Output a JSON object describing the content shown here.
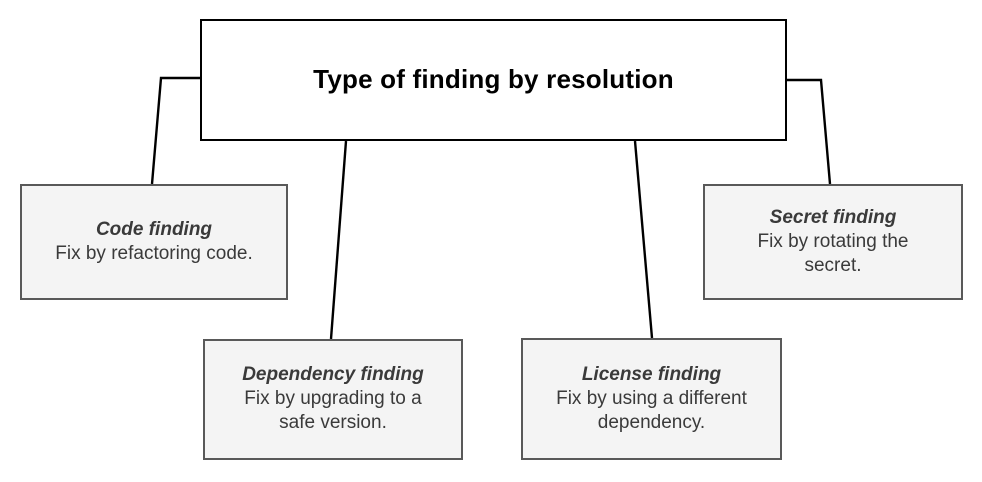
{
  "diagram": {
    "type": "tree",
    "root": {
      "id": "type-of-finding-by-resolution",
      "title": "Type of finding by resolution"
    },
    "leaves": [
      {
        "id": "code-finding",
        "title": "Code finding",
        "description": "Fix by refactoring code."
      },
      {
        "id": "dependency-finding",
        "title": "Dependency finding",
        "description": "Fix by upgrading to a\nsafe version."
      },
      {
        "id": "license-finding",
        "title": "License finding",
        "description": "Fix by using a different\ndependency."
      },
      {
        "id": "secret-finding",
        "title": "Secret finding",
        "description": "Fix by rotating the\nsecret."
      }
    ],
    "colors": {
      "background": "#ffffff",
      "root_fill": "#ffffff",
      "root_border": "#000000",
      "root_text": "#000000",
      "leaf_fill": "#f4f4f4",
      "leaf_border": "#595959",
      "leaf_text": "#3a3a3a",
      "connector": "#000000"
    }
  }
}
